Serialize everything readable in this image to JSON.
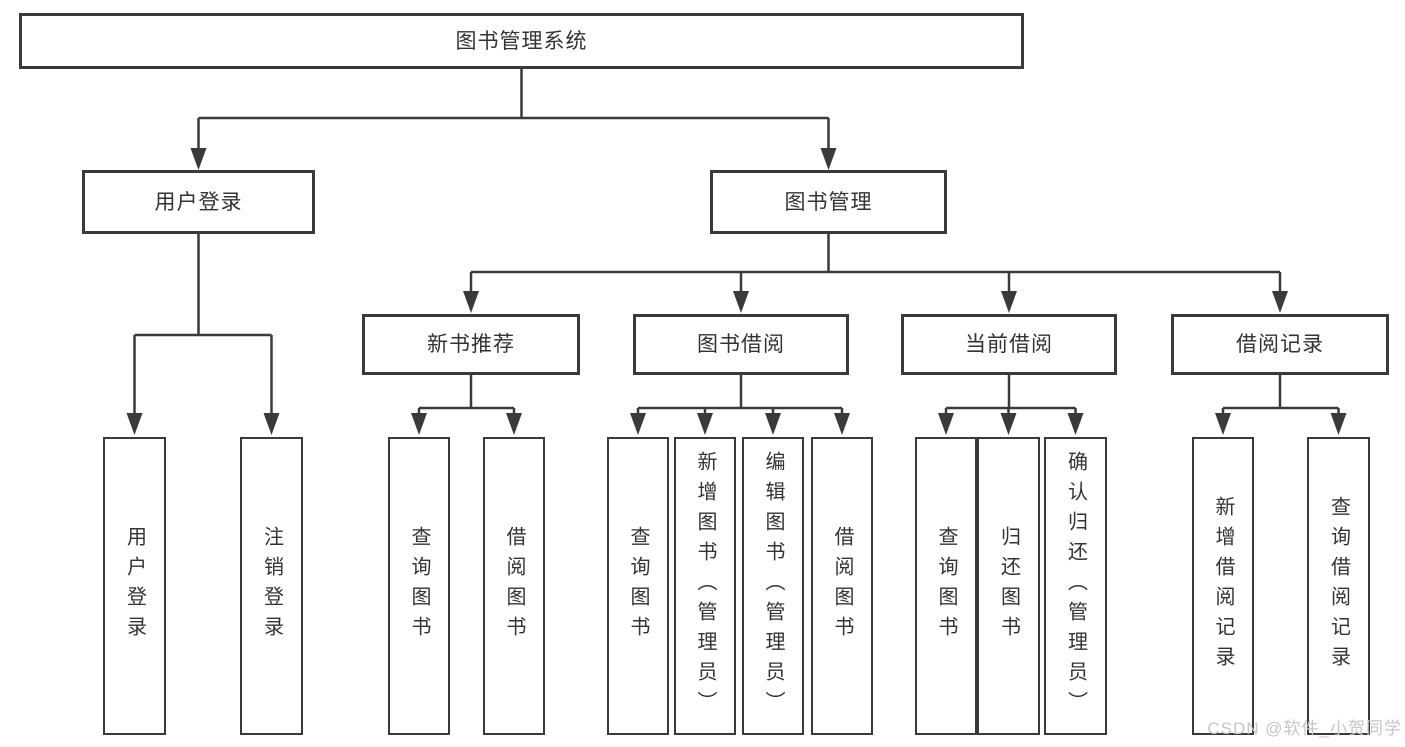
{
  "tree": {
    "label": "图书管理系统",
    "children": [
      {
        "label": "用户登录",
        "children": [
          {
            "label": "用户登录"
          },
          {
            "label": "注销登录"
          }
        ]
      },
      {
        "label": "图书管理",
        "children": [
          {
            "label": "新书推荐",
            "children": [
              {
                "label": "查询图书"
              },
              {
                "label": "借阅图书"
              }
            ]
          },
          {
            "label": "图书借阅",
            "children": [
              {
                "label": "查询图书"
              },
              {
                "label": "新增图书（管理员）"
              },
              {
                "label": "编辑图书（管理员）"
              },
              {
                "label": "借阅图书"
              }
            ]
          },
          {
            "label": "当前借阅",
            "children": [
              {
                "label": "查询图书"
              },
              {
                "label": "归还图书"
              },
              {
                "label": "确认归还（管理员）"
              }
            ]
          },
          {
            "label": "借阅记录",
            "children": [
              {
                "label": "新增借阅记录"
              },
              {
                "label": "查询借阅记录"
              }
            ]
          }
        ]
      }
    ]
  },
  "watermark": {
    "text": "CSDN @软件_小贺同学"
  },
  "colors": {
    "line": "#3a3a3a",
    "text": "#333333",
    "box_background": "#ffffff",
    "watermark": "#c6c6c6",
    "page_background": "#ffffff"
  }
}
